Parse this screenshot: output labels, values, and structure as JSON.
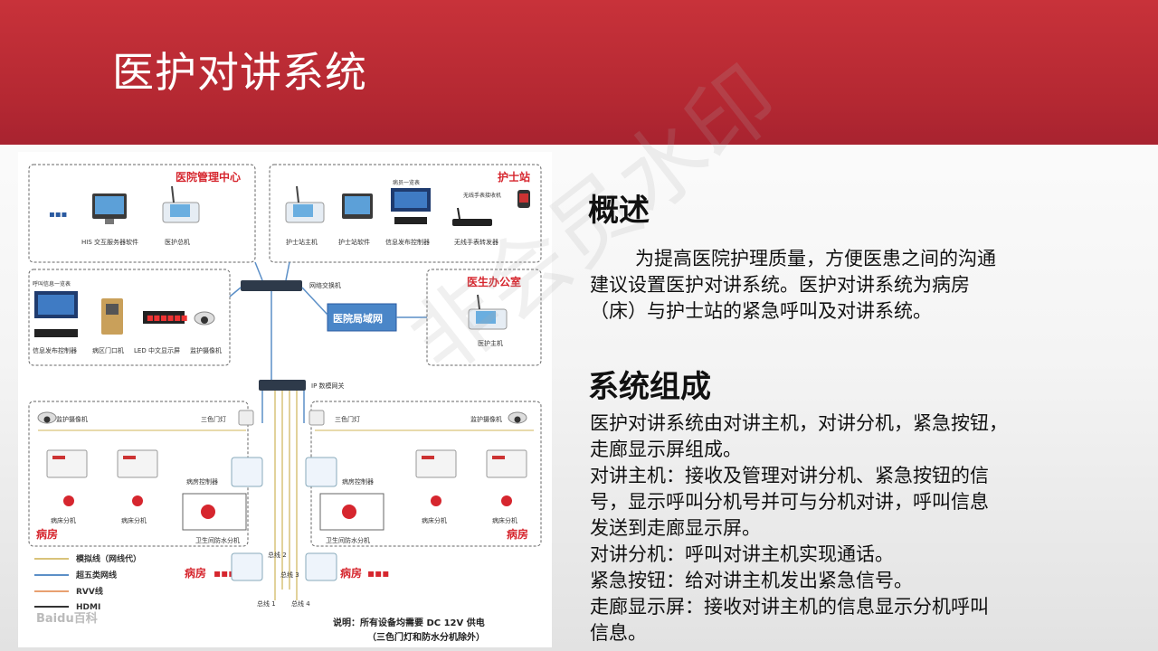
{
  "slide": {
    "title": "医护对讲系统",
    "watermark": "非会员水印"
  },
  "diagram": {
    "regions": {
      "management_center": "医院管理中心",
      "nurse_station": "护士站",
      "doctor_office": "医生办公室",
      "ward_left": "病房",
      "ward_right": "病房",
      "ward_bottom_left": "病房",
      "ward_bottom_right": "病房"
    },
    "devices": {
      "his_server": "HIS 交互服务器软件",
      "medical_host": "医护总机",
      "nurse_host": "护士站主机",
      "nurse_software": "护士站软件",
      "info_controller": "信息发布控制器",
      "wireless_forwarder": "无线手表转发器",
      "patient_list": "病员一览表",
      "wireless_watch": "无线手表接收机",
      "call_list": "呼叫信息一览表",
      "info_controller_2": "信息发布控制器",
      "ward_door": "病区门口机",
      "led_display": "LED 中文显示屏",
      "camera": "监护摄像机",
      "network_switch": "网络交换机",
      "hospital_lan": "医院局域网",
      "doctor_host": "医护主机",
      "ip_gateway": "IP 数模网关",
      "camera_left": "监护摄像机",
      "camera_right": "监护摄像机",
      "door_light_left": "三色门灯",
      "door_light_right": "三色门灯",
      "room_controller_left": "病房控制器",
      "room_controller_right": "病房控制器",
      "bed_ext_1": "病床分机",
      "bed_ext_2": "病床分机",
      "bed_ext_3": "病床分机",
      "bed_ext_4": "病床分机",
      "bath_left": "卫生间防水分机",
      "bath_right": "卫生间防水分机",
      "bus1": "总线 1",
      "bus2": "总线 2",
      "bus3": "总线 3",
      "bus4": "总线 4"
    },
    "legend": {
      "analog": "模拟线（网线代）",
      "cat5": "超五类网线",
      "rvv": "RVV线",
      "hdmi": "HDMI"
    },
    "colors": {
      "analog": "#d9c37a",
      "cat5": "#5b8fc7",
      "rvv": "#e8a070",
      "hdmi": "#333333",
      "accent_red": "#d6262e"
    },
    "note_line1": "说明：所有设备均需要 DC 12V 供电",
    "note_line2": "（三色门灯和防水分机除外）",
    "baidu_mark": "Baidu百科"
  },
  "overview": {
    "heading": "概述",
    "line1": "为提高医院护理质量，方便医患之间的沟通",
    "line2": "建议设置医护对讲系统。医护对讲系统为病房",
    "line3": "（床）与护士站的紧急呼叫及对讲系统。"
  },
  "composition": {
    "heading": "系统组成",
    "lines": [
      "医护对讲系统由对讲主机，对讲分机，紧急按钮，",
      "走廊显示屏组成。",
      "对讲主机：接收及管理对讲分机、紧急按钮的信",
      "号，显示呼叫分机号并可与分机对讲，呼叫信息",
      "发送到走廊显示屏。",
      "对讲分机：呼叫对讲主机实现通话。",
      "紧急按钮：给对讲主机发出紧急信号。",
      "走廊显示屏：接收对讲主机的信息显示分机呼叫",
      "信息。"
    ]
  }
}
